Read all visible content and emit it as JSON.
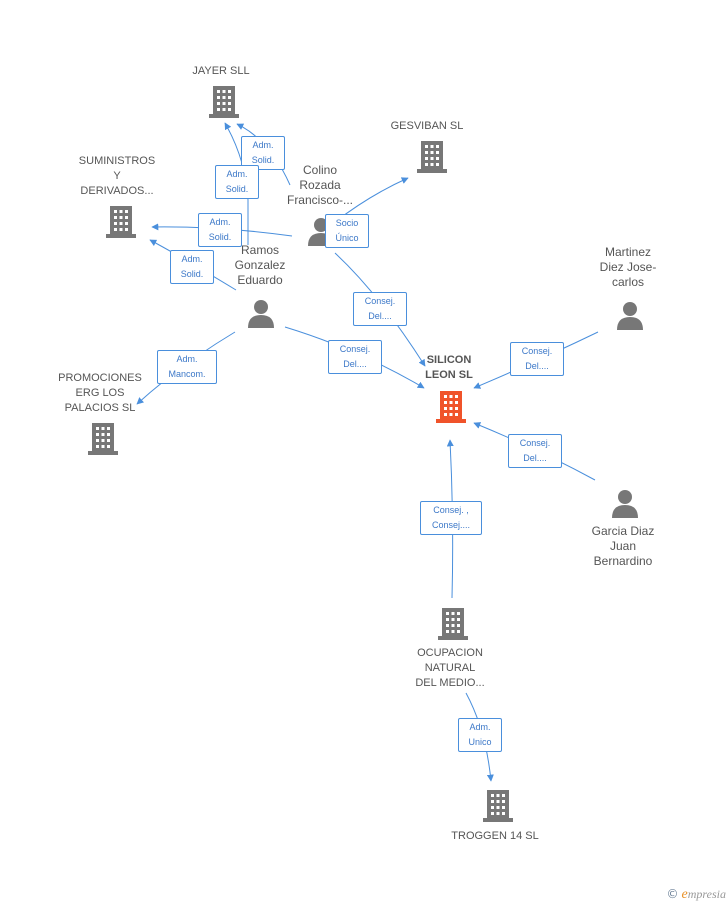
{
  "nodes": {
    "jayer": {
      "label": "JAYER SLL",
      "kind": "company"
    },
    "gesviban": {
      "label": "GESVIBAN SL",
      "kind": "company"
    },
    "suministros": {
      "label": "SUMINISTROS\nY\nDERIVADOS...",
      "kind": "company"
    },
    "colino": {
      "label": "Colino\nRozada\nFrancisco-...",
      "kind": "person"
    },
    "ramos": {
      "label": "Ramos\nGonzalez\nEduardo",
      "kind": "person"
    },
    "martinez": {
      "label": "Martinez\nDiez Jose-\ncarlos",
      "kind": "person"
    },
    "silicon": {
      "label": "SILICON\nLEON SL",
      "kind": "company-main"
    },
    "promociones": {
      "label": "PROMOCIONES\nERG LOS\nPALACIOS SL",
      "kind": "company"
    },
    "garcia": {
      "label": "Garcia Diaz\nJuan\nBernardino",
      "kind": "person"
    },
    "ocupacion": {
      "label": "OCUPACION\nNATURAL\nDEL MEDIO...",
      "kind": "company"
    },
    "troggen": {
      "label": "TROGGEN 14  SL",
      "kind": "company"
    }
  },
  "edges": {
    "e1": "Adm.\nSolid.",
    "e2": "Adm.\nSolid.",
    "e3": "Adm.\nSolid.",
    "e4": "Adm.\nSolid.",
    "e5": "Socio\nÚnico",
    "e6": "Consej.\nDel....",
    "e7": "Consej.\nDel....",
    "e8": "Adm.\nMancom.",
    "e9": "Consej.\nDel....",
    "e10": "Consej.\nDel....",
    "e11": "Consej. ,\nConsej....",
    "e12": "Adm.\nUnico"
  },
  "colors": {
    "company": "#777777",
    "main": "#f0532a",
    "edge": "#4a8fdc"
  },
  "brand": {
    "copyright": "©",
    "initial": "e",
    "rest": "mpresia"
  }
}
